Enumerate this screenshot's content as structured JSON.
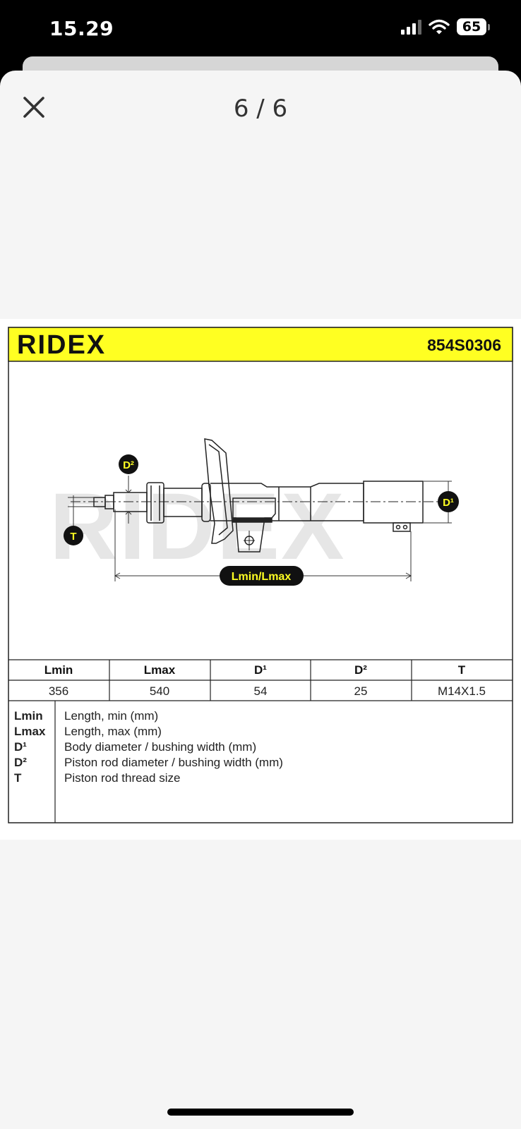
{
  "status_bar": {
    "time": "15.29",
    "battery": "65"
  },
  "viewer": {
    "pager": "6 / 6",
    "close_icon": "close-icon"
  },
  "product": {
    "brand": "RIDEX",
    "part_number": "854S0306",
    "colors": {
      "accent": "#ffff22",
      "outline": "#222222",
      "watermark": "#e6e6e6"
    },
    "diagram_labels": {
      "d2": "D²",
      "t": "T",
      "d1": "D¹",
      "length": "Lmin/Lmax"
    },
    "specs": {
      "headers": [
        "Lmin",
        "Lmax",
        "D¹",
        "D²",
        "T"
      ],
      "values": [
        "356",
        "540",
        "54",
        "25",
        "M14X1.5"
      ]
    },
    "legend": [
      {
        "key": "Lmin",
        "desc": "Length, min (mm)"
      },
      {
        "key": "Lmax",
        "desc": "Length, max (mm)"
      },
      {
        "key": "D¹",
        "desc": "Body diameter / bushing width (mm)"
      },
      {
        "key": "D²",
        "desc": "Piston rod diameter / bushing width (mm)"
      },
      {
        "key": "T",
        "desc": "Piston rod thread size"
      }
    ]
  }
}
